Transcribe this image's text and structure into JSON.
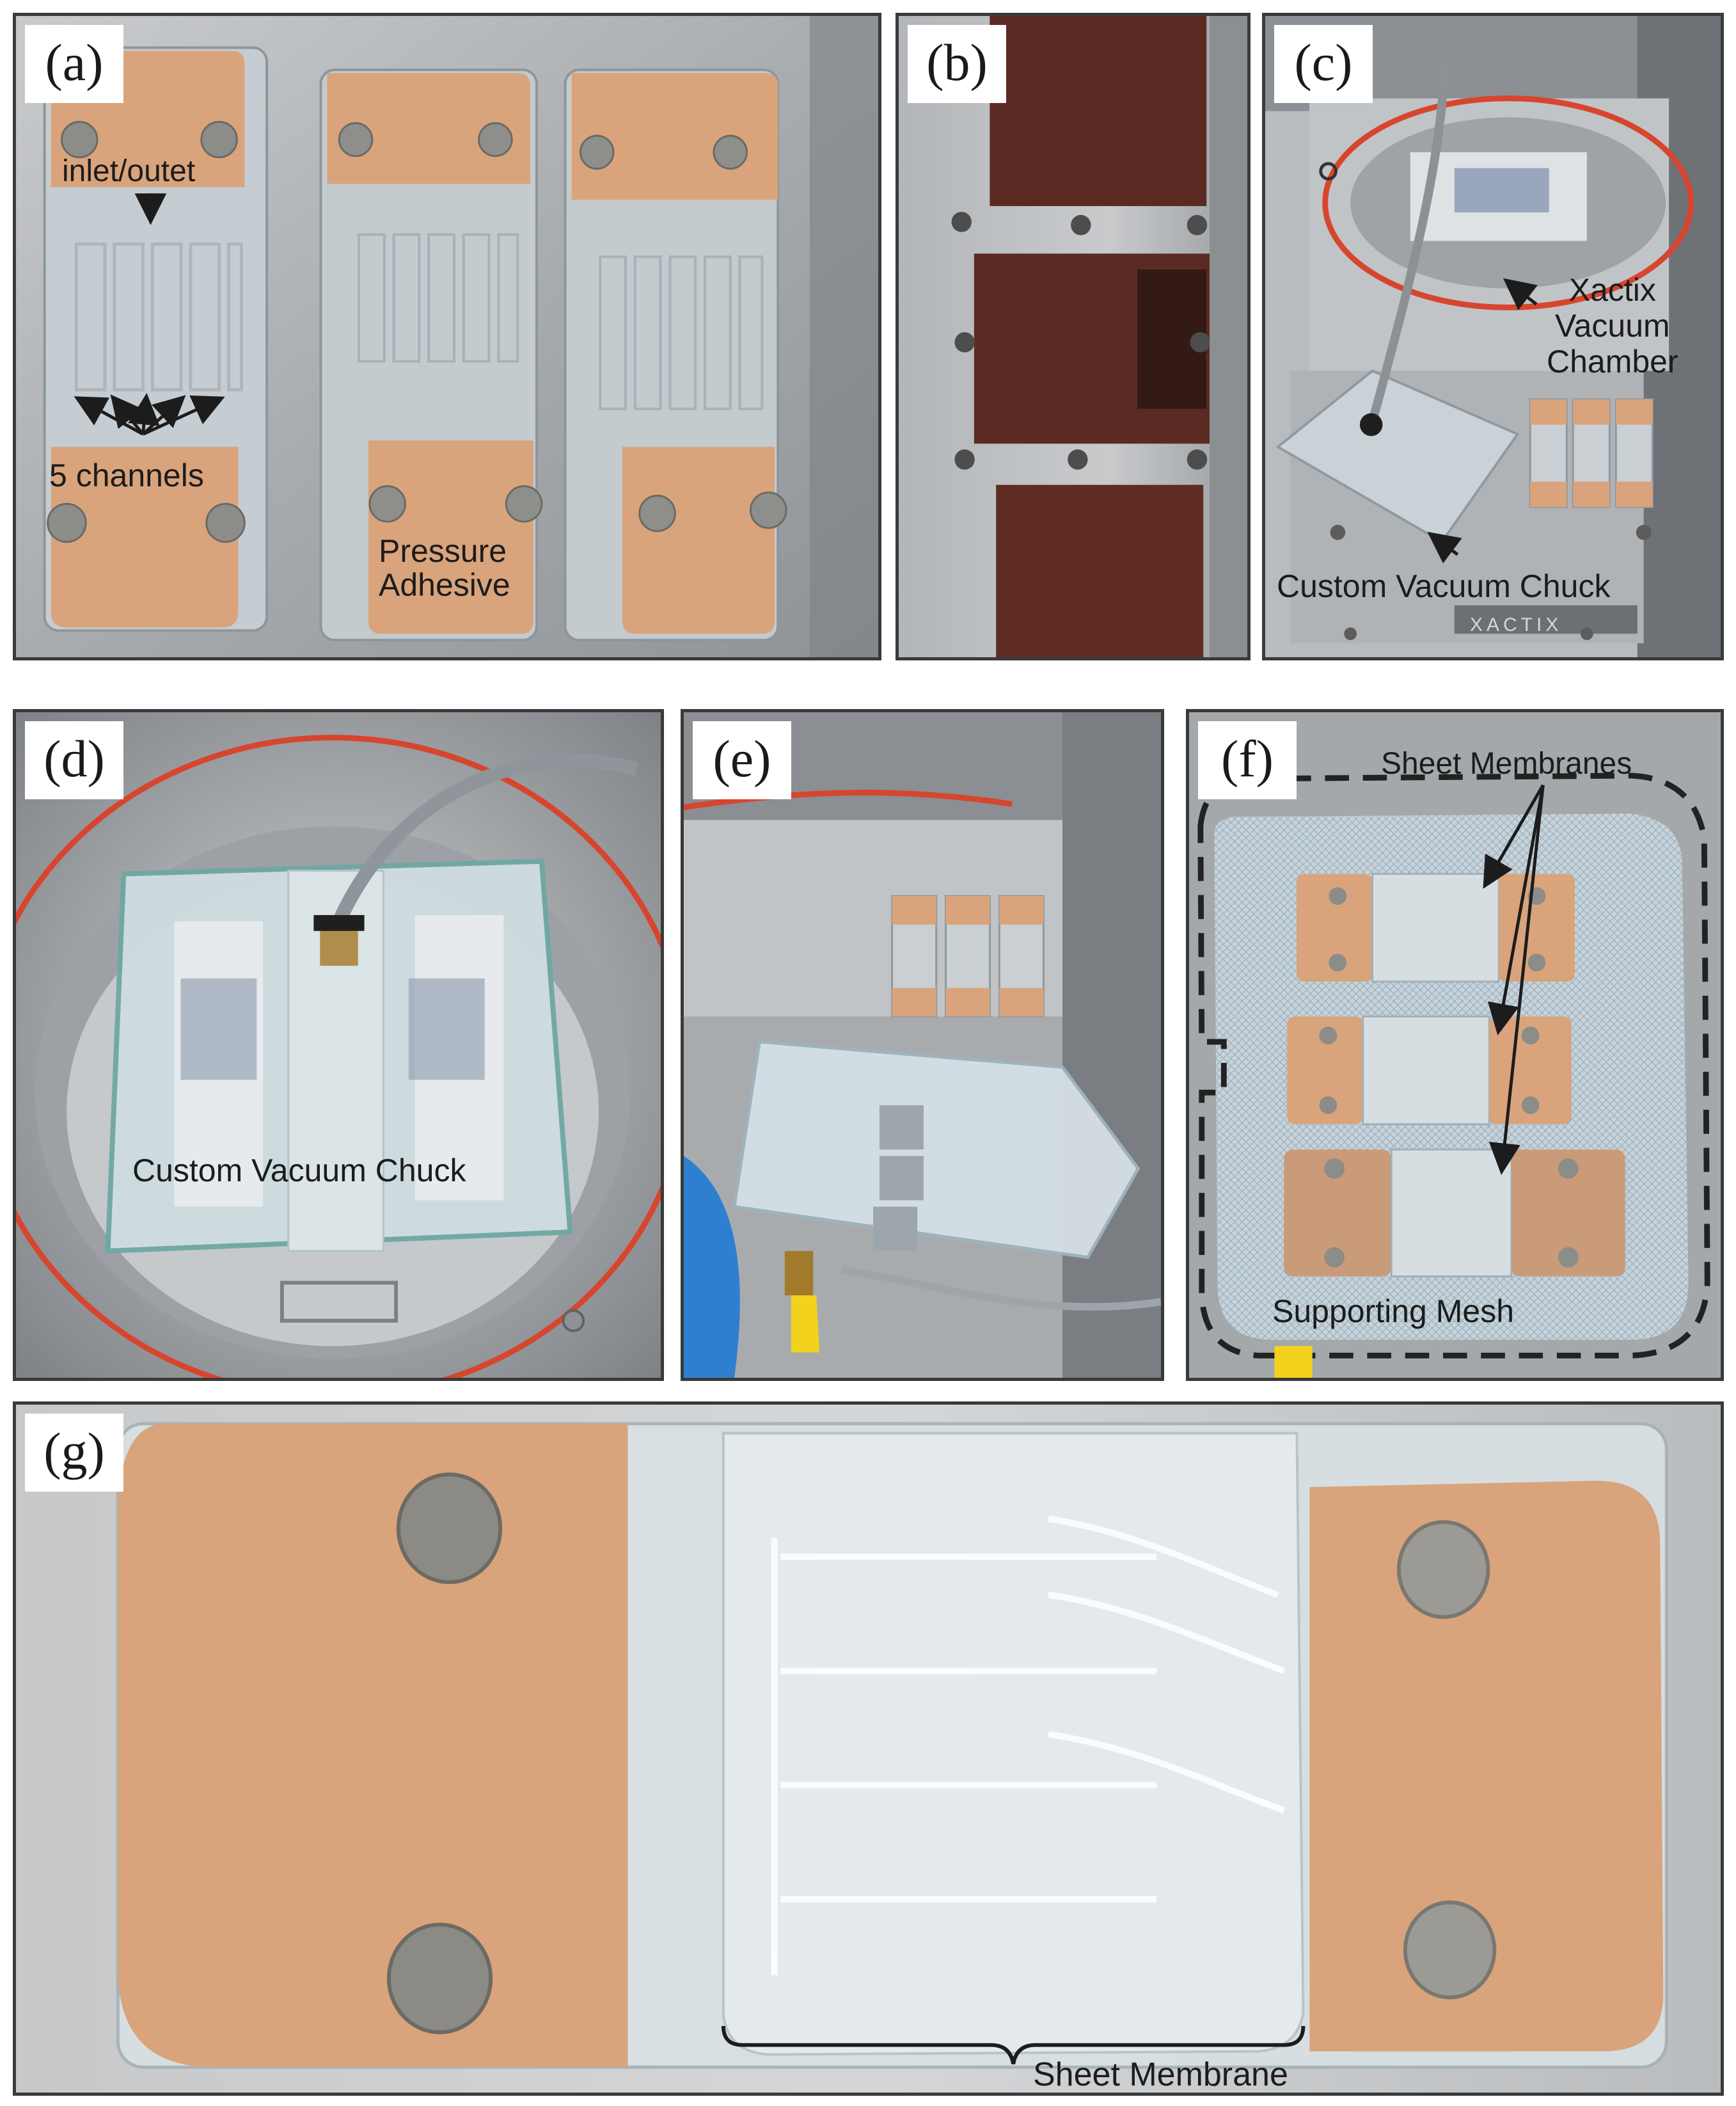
{
  "panels": {
    "a": {
      "label": "(a)",
      "annotations": {
        "inlet_outlet": "inlet/outet",
        "channels": "5 channels",
        "pressure_adhesive": "Pressure\nAdhesive"
      }
    },
    "b": {
      "label": "(b)"
    },
    "c": {
      "label": "(c)",
      "annotations": {
        "chamber": "Xactix\nVacuum\nChamber",
        "chuck": "Custom Vacuum Chuck",
        "brand_plate": "XACTIX"
      }
    },
    "d": {
      "label": "(d)",
      "annotations": {
        "chuck": "Custom Vacuum Chuck"
      }
    },
    "e": {
      "label": "(e)"
    },
    "f": {
      "label": "(f)",
      "annotations": {
        "sheet_membranes": "Sheet Membranes",
        "supporting_mesh": "Supporting Mesh"
      }
    },
    "g": {
      "label": "(g)",
      "annotations": {
        "sheet_membrane": "Sheet Membrane"
      }
    }
  },
  "colors": {
    "border": "#3a3a3a",
    "adhesive_tan": "#d9a47c",
    "metal": "#b5b8bb",
    "chamber_red": "#d8452e",
    "dark_film": "#5a2a22",
    "glove_blue": "#2e7fd0"
  }
}
